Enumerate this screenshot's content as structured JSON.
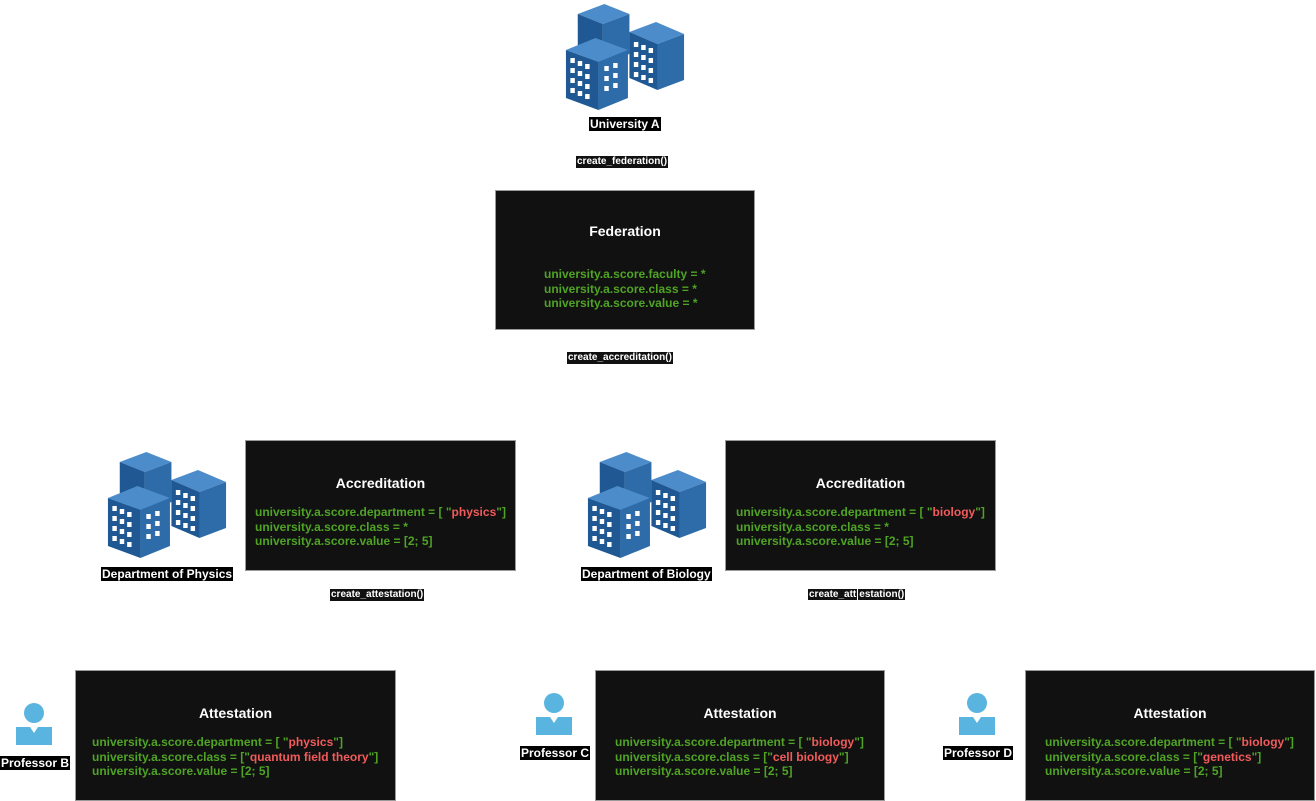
{
  "colors": {
    "box_bg": "#111111",
    "attr_green": "#4fa325",
    "value_red": "#f15b5b",
    "building_blue": "#2f6aa3",
    "person_blue": "#5ab4e0"
  },
  "university": {
    "label": "University A",
    "icon": "office-buildings-icon"
  },
  "federation_call": "create_federation()",
  "federation": {
    "title": "Federation",
    "lines": [
      "university.a.score.faculty = *",
      "university.a.score.class = *",
      "university.a.score.value = *"
    ]
  },
  "accreditation_call": "create_accreditation()",
  "departments": [
    {
      "label": "Department of Physics",
      "icon": "office-buildings-icon",
      "box_title": "Accreditation",
      "line1_prefix": "university.a.score.department = [ \"",
      "line1_value": "physics",
      "line1_suffix": "\"]",
      "line2": "university.a.score.class = *",
      "line3": "university.a.score.value = [2; 5]",
      "attest_call": "create_attestation()"
    },
    {
      "label": "Department of Biology",
      "icon": "office-buildings-icon",
      "box_title": "Accreditation",
      "line1_prefix": "university.a.score.department = [ \"",
      "line1_value": "biology",
      "line1_suffix": "\"]",
      "line2": "university.a.score.class = *",
      "line3": "university.a.score.value = [2; 5]",
      "attest_call_a": "create_att",
      "attest_call_b": "estation()"
    }
  ],
  "professors": [
    {
      "label": "Professor B",
      "icon": "user-icon",
      "box_title": "Attestation",
      "line1_prefix": "university.a.score.department = [ \"",
      "line1_value": "physics",
      "line1_suffix": "\"]",
      "line2_prefix": "university.a.score.class = [\"",
      "line2_value": "quantum field theory",
      "line2_suffix": "\"]",
      "line3": "university.a.score.value = [2; 5]"
    },
    {
      "label": "Professor C",
      "icon": "user-icon",
      "box_title": "Attestation",
      "line1_prefix": "university.a.score.department = [ \"",
      "line1_value": "biology",
      "line1_suffix": "\"]",
      "line2_prefix": "university.a.score.class = [\"",
      "line2_value": "cell biology",
      "line2_suffix": "\"]",
      "line3": "university.a.score.value = [2; 5]"
    },
    {
      "label": "Professor D",
      "icon": "user-icon",
      "box_title": "Attestation",
      "line1_prefix": "university.a.score.department = [ \"",
      "line1_value": "biology",
      "line1_suffix": "\"]",
      "line2_prefix": "university.a.score.class = [\"",
      "line2_value": "genetics",
      "line2_suffix": "\"]",
      "line3": "university.a.score.value = [2; 5]"
    }
  ]
}
